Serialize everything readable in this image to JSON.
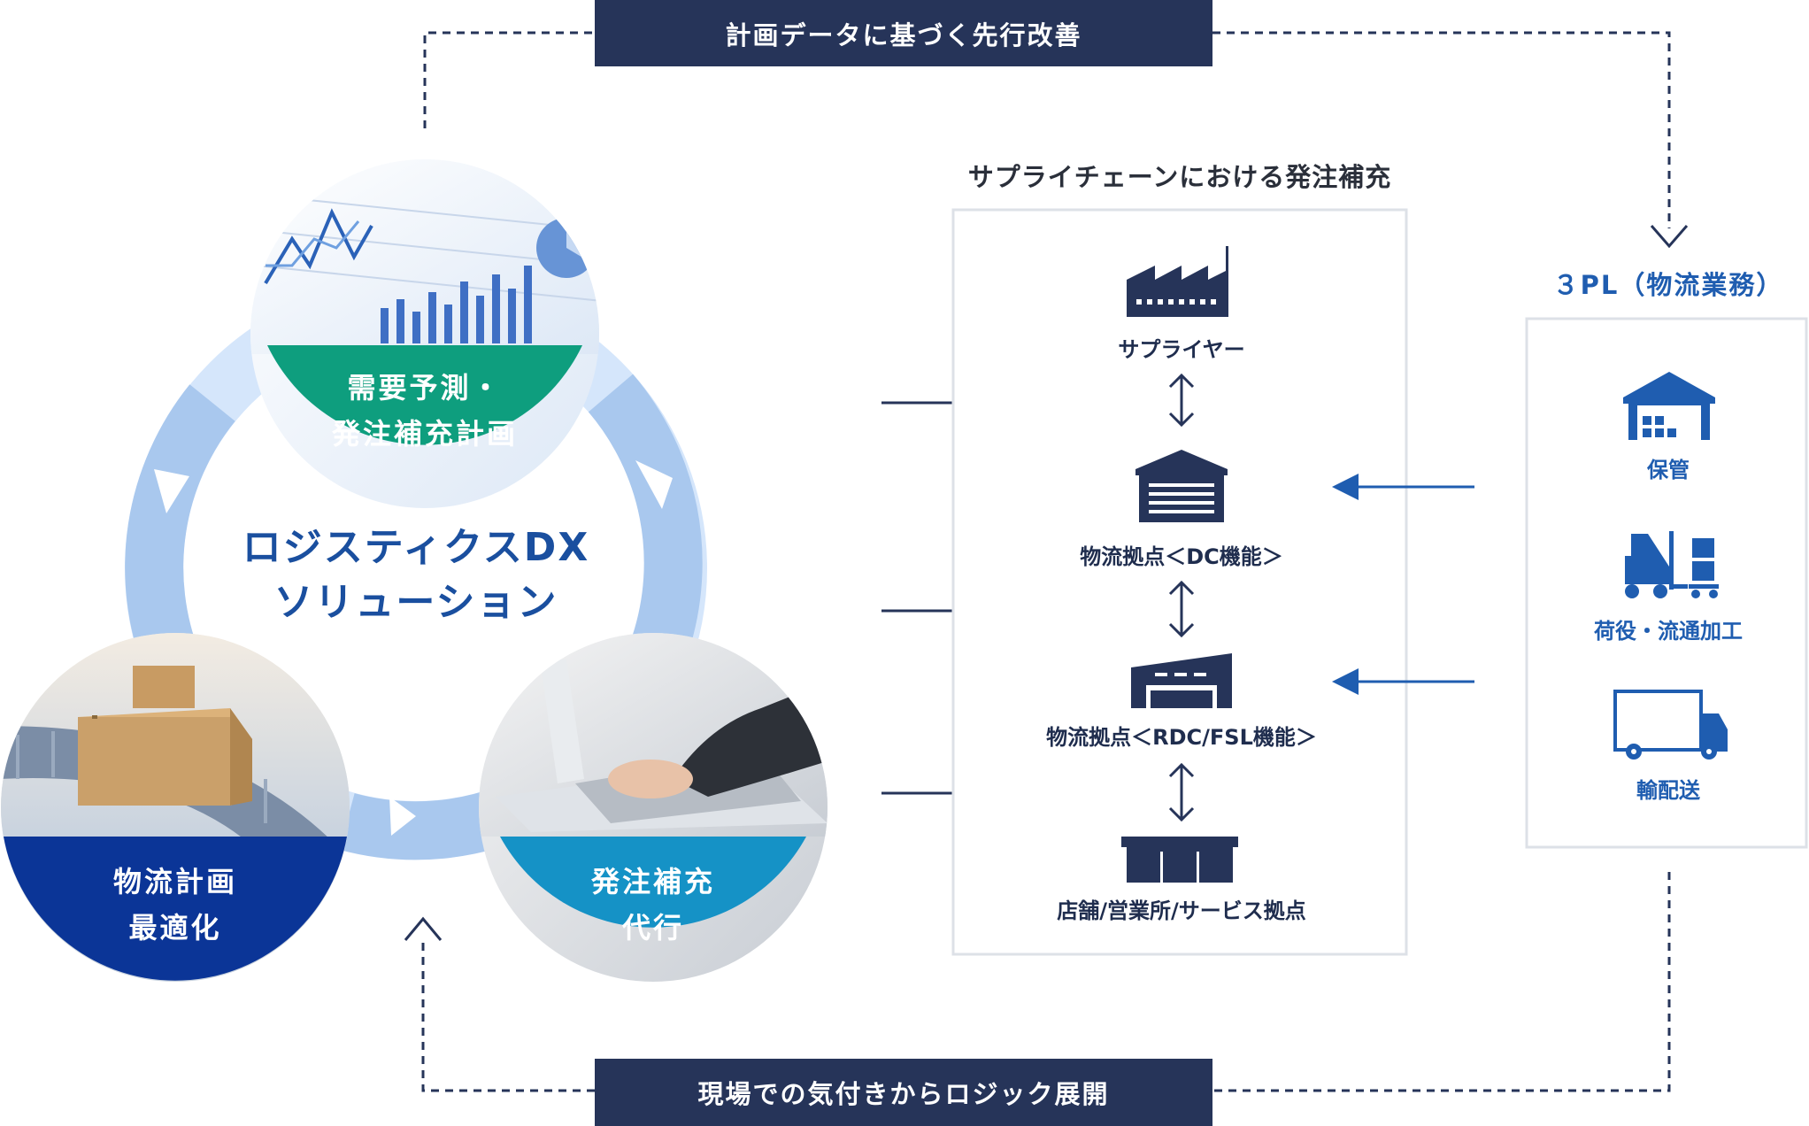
{
  "banners": {
    "top": "計画データに基づく先行改善",
    "bottom": "現場での気付きからロジック展開"
  },
  "cycle": {
    "center_line1": "ロジスティクスDX",
    "center_line2": "ソリューション",
    "demand_line1": "需要予測・",
    "demand_line2": "発注補充計画",
    "order_line1": "発注補充",
    "order_line2": "代行",
    "logistics_line1": "物流計画",
    "logistics_line2": "最適化"
  },
  "supply_chain": {
    "title": "サプライチェーンにおける発注補充",
    "nodes": [
      {
        "label": "サプライヤー",
        "icon": "factory-icon"
      },
      {
        "label": "物流拠点＜DC機能＞",
        "icon": "warehouse-icon"
      },
      {
        "label": "物流拠点＜RDC/FSL機能＞",
        "icon": "depot-icon"
      },
      {
        "label": "店舗/営業所/サービス拠点",
        "icon": "store-icon"
      }
    ]
  },
  "third_party": {
    "title": "３PL（物流業務）",
    "items": [
      {
        "label": "保管",
        "icon": "storage-warehouse-icon"
      },
      {
        "label": "荷役・流通加工",
        "icon": "forklift-icon"
      },
      {
        "label": "輸配送",
        "icon": "truck-icon"
      }
    ]
  },
  "colors": {
    "navy": "#263459",
    "green": "#0e9e7e",
    "teal": "#1592c6",
    "deep_blue": "#0b3597",
    "accent_blue": "#1f5db0",
    "ring_light": "#d5e6fb",
    "ring_mid": "#a9c8ee"
  }
}
